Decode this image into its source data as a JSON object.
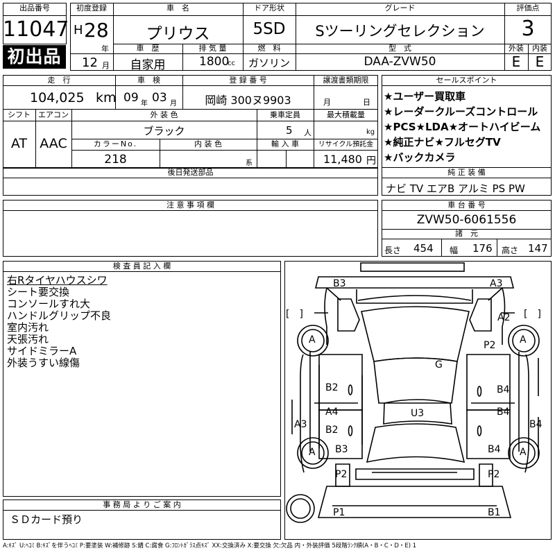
{
  "header": {
    "lot_label": "出品番号",
    "lot_no": "11047",
    "first_listing": "初出品",
    "reg_label": "初度登録",
    "era": "H",
    "reg_year": "28",
    "year_unit": "年",
    "reg_month": "12",
    "month_unit": "月",
    "name_label": "車　名",
    "car_name": "プリウス",
    "door_label": "ドア形状",
    "door": "5SD",
    "grade_label": "グレード",
    "grade": "Sツーリングセレクション",
    "score_label": "評価点",
    "score": "3",
    "history_label": "車　歴",
    "history": "自家用",
    "disp_label": "排 気 量",
    "disp": "1800",
    "disp_unit": "cc",
    "fuel_label": "燃　料",
    "fuel": "ガソリン",
    "model_label": "型　式",
    "model": "DAA-ZVW50",
    "ext_label": "外装",
    "ext": "E",
    "int_label": "内装",
    "int": "E"
  },
  "info": {
    "mileage_label": "走　行",
    "mileage": "104,025",
    "mileage_unit": "km",
    "inspection_label": "車　検",
    "insp_year": "09",
    "insp_year_unit": "年",
    "insp_month": "03",
    "insp_month_unit": "月",
    "plate_label": "登 録 番 号",
    "plate": "岡崎 300ヌ9903",
    "transfer_label": "譲渡書類期限",
    "transfer_month": "月",
    "transfer_day": "日",
    "shift_label": "シフト",
    "shift": "AT",
    "ac_label": "エアコン",
    "ac": "AAC",
    "color_label": "外 装 色",
    "color": "ブラック",
    "capacity_label": "乗車定員",
    "capacity": "5",
    "capacity_unit": "人",
    "load_label": "最大積載量",
    "load_unit": "kg",
    "color_no_label": "カラーNo.",
    "color_no": "218",
    "int_color_label": "内 装 色",
    "int_color_unit": "系",
    "import_label": "輸 入 車",
    "recycle_label": "リサイクル預託金",
    "recycle": "11,480",
    "recycle_unit": "円",
    "parts_label": "後日発送部品"
  },
  "sales": {
    "label": "セールスポイント",
    "points": [
      "★ユーザー買取車",
      "★レーダークルーズコントロール",
      "★PCS★LDA★オートハイビーム",
      "★純正ナビ★フルセグTV",
      "★バックカメラ"
    ]
  },
  "equip": {
    "label": "純 正 装 備",
    "items": "ナビ TV エアB アルミ PS PW"
  },
  "notes": {
    "label": "注 意 事 項 欄"
  },
  "chassis": {
    "label": "車 台 番 号",
    "number": "ZVW50-6061556",
    "dims_label": "諸　元",
    "length_label": "長さ",
    "length": "454",
    "width_label": "幅",
    "width": "176",
    "height_label": "高さ",
    "height": "147"
  },
  "inspector": {
    "label": "検 査 員 記 入 欄",
    "remarks": [
      "右Rタイヤハウスシワ",
      "シート要交換",
      "コンソールすれ大",
      "ハンドルグリップ不良",
      "室内汚れ",
      "天張汚れ",
      "サイドミラーA",
      "外装うすい線傷"
    ]
  },
  "office": {
    "label": "事 務 局 よ り ご 案 内",
    "message": "ＳＤカード預り"
  },
  "diagram": {
    "marks": {
      "b3_top": "B3",
      "a3_top": "A3",
      "a2": "A2",
      "p2_right": "P2",
      "wheel_fl": "A",
      "wheel_fr": "A",
      "wheel_rl": "A",
      "wheel_rr": "A",
      "g": "G",
      "b2_upper": "B2",
      "a4": "A4",
      "b2_lower": "B2",
      "u3": "U3",
      "b4_upper": "B4",
      "b4_side": "B4",
      "b4_lower": "B4",
      "a3_left": "A3",
      "b3_left": "B3",
      "p2_left": "P2",
      "p2_rear_right": "P2",
      "p1": "P1",
      "b1": "B1",
      "bracket_l": "[　]",
      "bracket_r": "[　]"
    }
  },
  "legend": "A:ｷｽﾞ U:ﾍｺﾐ B:ｷｽﾞを伴うﾍｺﾐ P:要塗装 W:補修跡 S:錆 C:腐食 G:ﾌﾛﾝﾄｶﾞﾗｽ点ｷｽﾞ XX:交換済み X:要交換 欠:欠品 内・外装評価 5段階ﾗﾝｸ順(A・B・C・D・E) 1"
}
